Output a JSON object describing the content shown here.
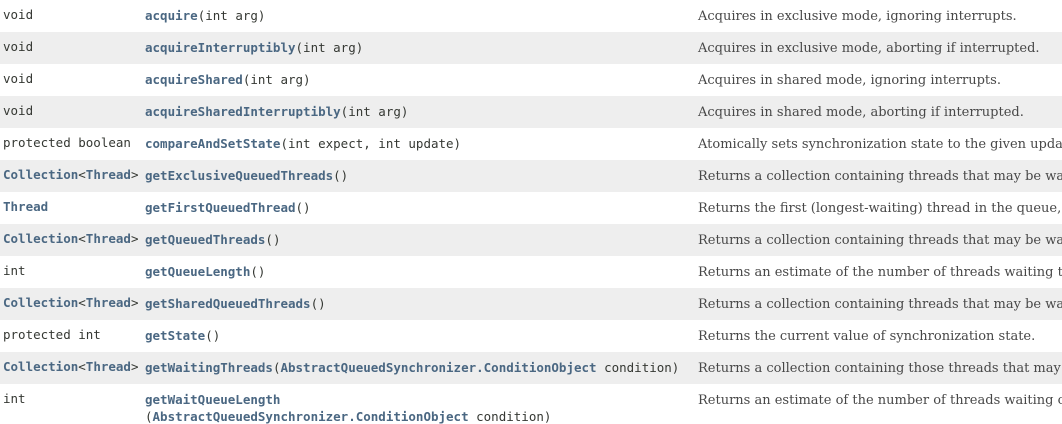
{
  "rows": [
    {
      "mod": "void",
      "name": "acquire",
      "params": "(int arg)",
      "desc": "Acquires in exclusive mode, ignoring interrupts."
    },
    {
      "mod": "void",
      "name": "acquireInterruptibly",
      "params": "(int arg)",
      "desc": "Acquires in exclusive mode, aborting if interrupted."
    },
    {
      "mod": "void",
      "name": "acquireShared",
      "params": "(int arg)",
      "desc": "Acquires in shared mode, ignoring interrupts."
    },
    {
      "mod": "void",
      "name": "acquireSharedInterruptibly",
      "params": "(int arg)",
      "desc": "Acquires in shared mode, aborting if interrupted."
    },
    {
      "mod": "protected boolean",
      "name": "compareAndSetState",
      "params": "(int expect, int update)",
      "desc": "Atomically sets synchronization state to the given update"
    },
    {
      "mod_link": "Collection",
      "mod_generic_open": "<",
      "mod_generic_link": "Thread",
      "mod_generic_close": ">",
      "name": "getExclusiveQueuedThreads",
      "params": "()",
      "desc": "Returns a collection containing threads that may be waiti"
    },
    {
      "mod_link": "Thread",
      "name": "getFirstQueuedThread",
      "params": "()",
      "desc": "Returns the first (longest-waiting) thread in the queue, or"
    },
    {
      "mod_link": "Collection",
      "mod_generic_open": "<",
      "mod_generic_link": "Thread",
      "mod_generic_close": ">",
      "name": "getQueuedThreads",
      "params": "()",
      "desc": "Returns a collection containing threads that may be waiti"
    },
    {
      "mod": "int",
      "name": "getQueueLength",
      "params": "()",
      "desc": "Returns an estimate of the number of threads waiting to a"
    },
    {
      "mod_link": "Collection",
      "mod_generic_open": "<",
      "mod_generic_link": "Thread",
      "mod_generic_close": ">",
      "name": "getSharedQueuedThreads",
      "params": "()",
      "desc": "Returns a collection containing threads that may be waiti"
    },
    {
      "mod": "protected int",
      "name": "getState",
      "params": "()",
      "desc": "Returns the current value of synchronization state."
    },
    {
      "mod_link": "Collection",
      "mod_generic_open": "<",
      "mod_generic_link": "Thread",
      "mod_generic_close": ">",
      "name": "getWaitingThreads",
      "params_open": "(",
      "param_type_link": "AbstractQueuedSynchronizer.ConditionObject",
      "params_close": " condition)",
      "desc": "Returns a collection containing those threads that may be"
    },
    {
      "mod": "int",
      "name": "getWaitQueueLength",
      "params_open": "(",
      "param_type_link": "AbstractQueuedSynchronizer.ConditionObject",
      "params_close": " condition)",
      "desc": "Returns an estimate of the number of threads waiting on"
    }
  ],
  "colors": {
    "link": "#4a6782",
    "text": "#353833",
    "desc_text": "#474747",
    "alt_row": "#eeeeee"
  }
}
